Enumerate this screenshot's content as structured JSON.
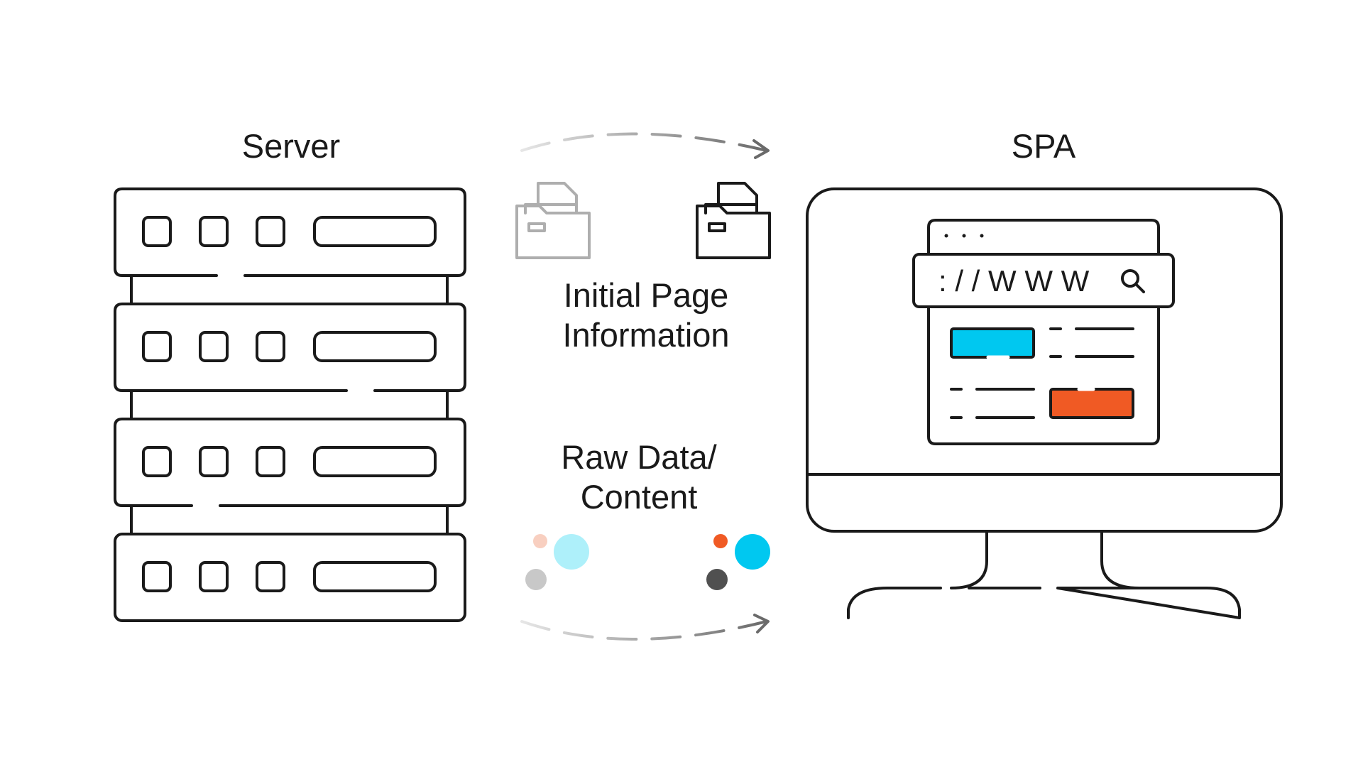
{
  "server": {
    "title": "Server"
  },
  "spa": {
    "title": "SPA",
    "url_text": ": / /  W  W  W"
  },
  "flow": {
    "initial_page": {
      "line1": "Initial Page",
      "line2": "Information"
    },
    "raw_data": {
      "line1": "Raw Data/",
      "line2": "Content"
    }
  },
  "colors": {
    "outline": "#1a1a1a",
    "cyan": "#00c8f0",
    "orange": "#f05a24",
    "dark_gray": "#505050",
    "faded_gray": "#c8c8c8",
    "faded_cyan": "#aef0fa",
    "faded_orange": "#f8cfc0"
  },
  "icons": [
    "server-rack-icon",
    "folder-icon",
    "monitor-icon",
    "browser-window-icon",
    "search-icon",
    "data-dots-icon",
    "arrow-right-icon"
  ]
}
